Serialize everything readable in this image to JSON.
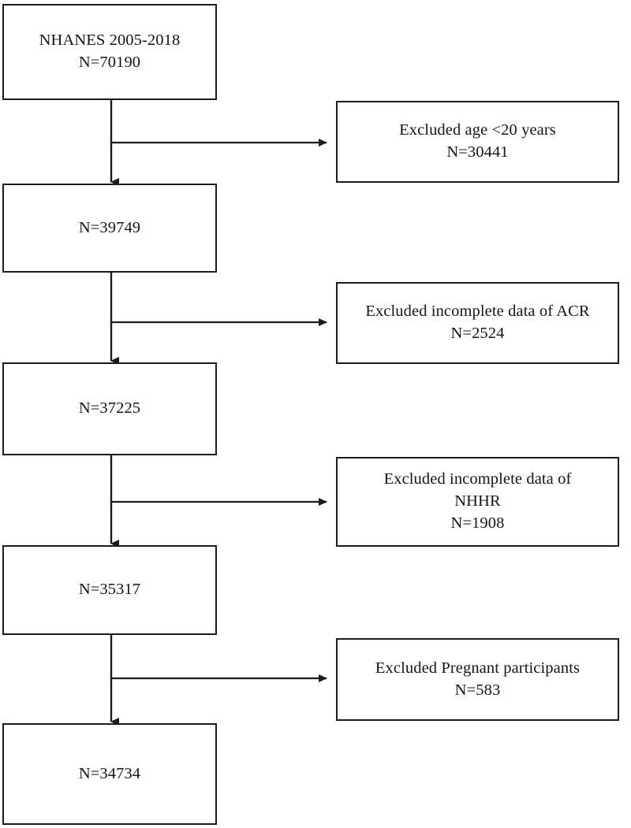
{
  "figure": {
    "type": "flowchart",
    "orientation": "vertical-with-right-branches",
    "background_color": "#ffffff",
    "line_color": "#1b1b22",
    "text_color": "#151515"
  },
  "nodes": {
    "main": [
      {
        "id": "main-1",
        "text": "NHANES 2005-2018\nN=70190",
        "n": 70190
      },
      {
        "id": "main-2",
        "text": "N=39749",
        "n": 39749
      },
      {
        "id": "main-3",
        "text": "N=37225",
        "n": 37225
      },
      {
        "id": "main-4",
        "text": "N=35317",
        "n": 35317
      },
      {
        "id": "main-5",
        "text": "N=34734",
        "n": 34734
      }
    ],
    "exclusions": [
      {
        "id": "excl-1",
        "text": "Excluded age <20 years\nN=30441",
        "n": 30441
      },
      {
        "id": "excl-2",
        "text": "Excluded incomplete data of ACR\nN=2524",
        "n": 2524
      },
      {
        "id": "excl-3",
        "text": "Excluded incomplete data of\nNHHR\nN=1908",
        "n": 1908
      },
      {
        "id": "excl-4",
        "text": "Excluded Pregnant participants\nN=583",
        "n": 583
      }
    ]
  }
}
